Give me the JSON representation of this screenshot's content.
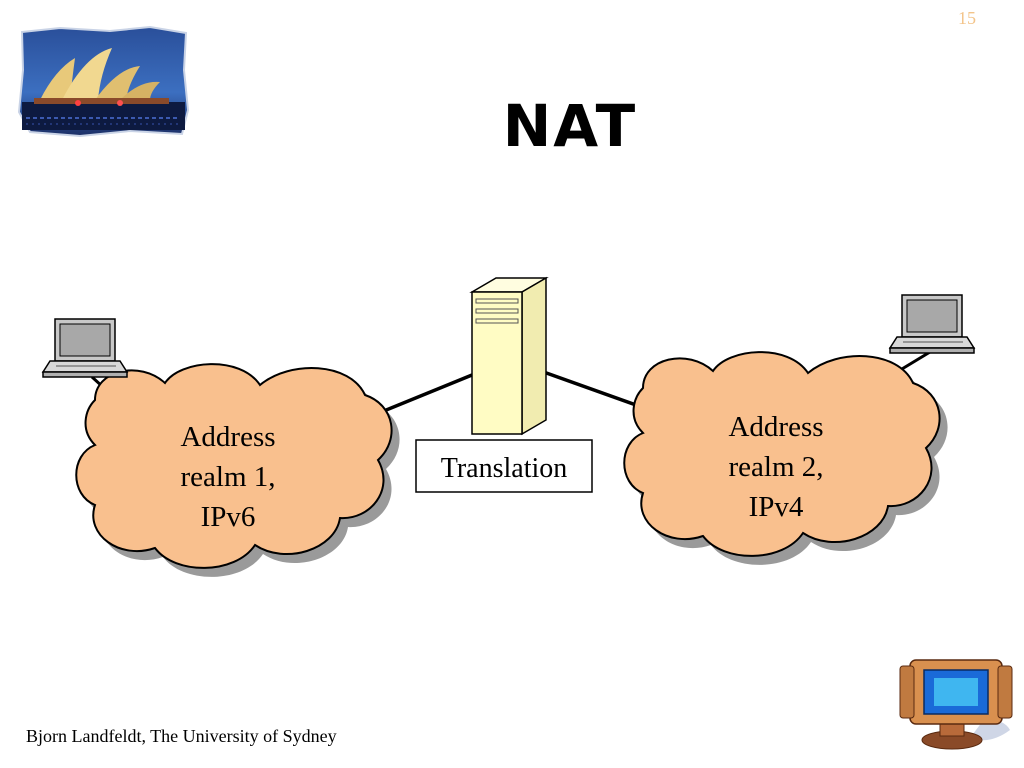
{
  "slide": {
    "page_number": "15",
    "title": "NAT",
    "footer": "Bjorn Landfeldt, The University of Sydney"
  },
  "diagram": {
    "realm1_lines": [
      "Address",
      "realm 1,",
      "IPv6"
    ],
    "realm2_lines": [
      "Address",
      "realm 2,",
      "IPv4"
    ],
    "translation_label": "Translation"
  },
  "colors": {
    "cloud_fill": "#f9c08e",
    "server_fill": "#fffcc4",
    "page_number": "#f3c48a"
  }
}
